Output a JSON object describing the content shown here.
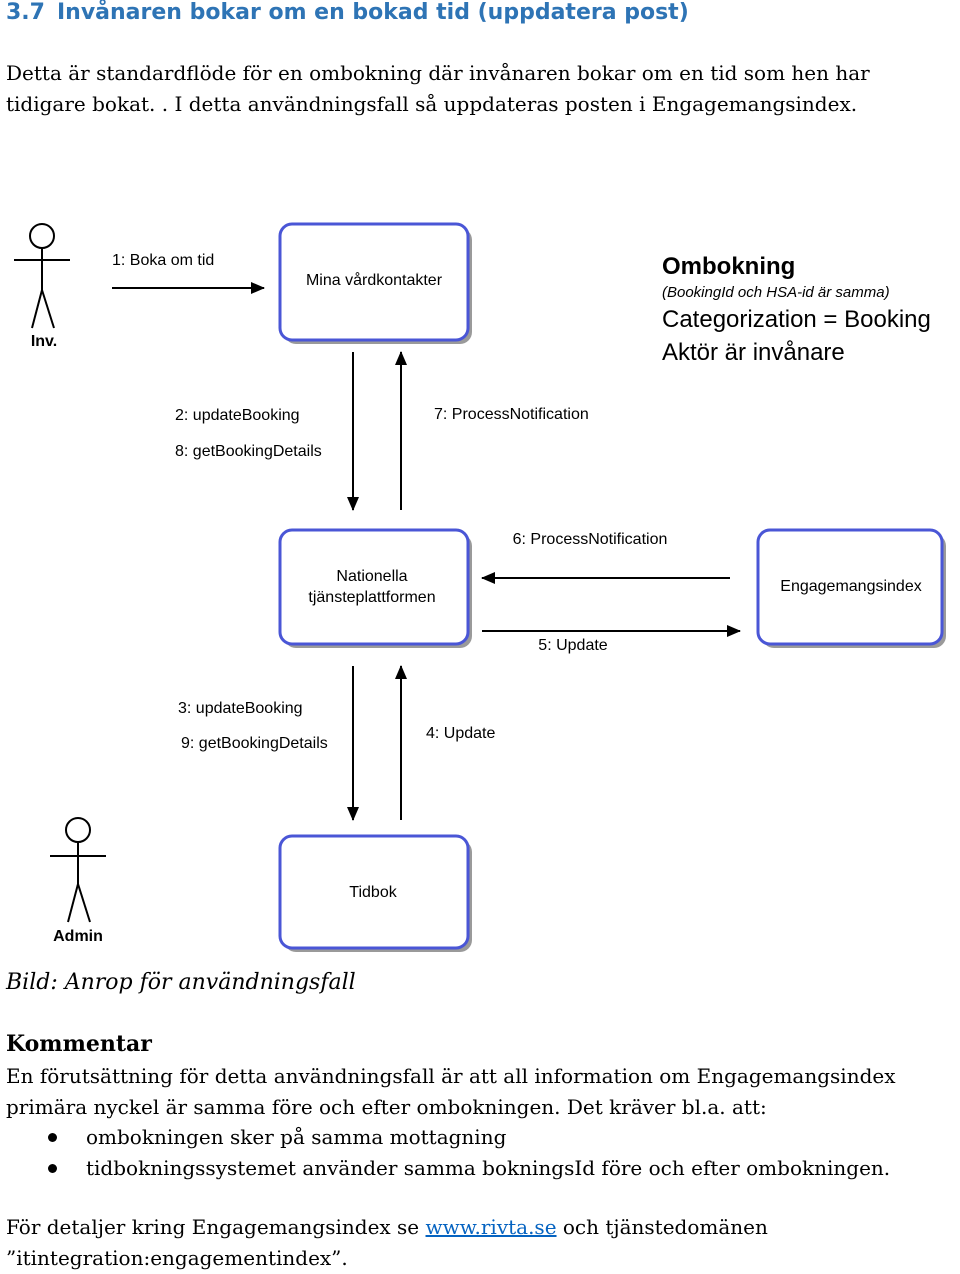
{
  "section": {
    "number": "3.7",
    "title": "Invånaren bokar om en bokad tid (uppdatera post)"
  },
  "intro": {
    "line1": "Detta är standardflöde för en ombokning där invånaren bokar om en tid som hen har",
    "line2": "tidigare bokat. . I detta användningsfall så uppdateras posten i Engagemangsindex."
  },
  "diagram": {
    "actors": {
      "citizen": "Inv.",
      "admin": "Admin"
    },
    "boxes": {
      "mina": "Mina vårdkontakter",
      "ntp_line1": "Nationella",
      "ntp_line2": "tjänsteplattformen",
      "engagemangsindex": "Engagemangsindex",
      "tidbok": "Tidbok"
    },
    "messages": {
      "m1": "1: Boka om tid",
      "m2": "2: updateBooking",
      "m8": "8: getBookingDetails",
      "m7": "7: ProcessNotification",
      "m6": "6: ProcessNotification",
      "m5": "5: Update",
      "m3": "3: updateBooking",
      "m9": "9: getBookingDetails",
      "m4": "4: Update"
    },
    "note": {
      "title": "Ombokning",
      "subtitle": "(BookingId och HSA-id är samma)",
      "line1": "Categorization = Booking",
      "line2": "Aktör är invånare"
    },
    "colors": {
      "box_border": "#4a56d6",
      "box_shadow": "#9a9a9a"
    }
  },
  "caption": "Bild: Anrop för användningsfall",
  "comment": {
    "title": "Kommentar",
    "line1": "En förutsättning för detta användningsfall är att all information om Engagemangsindex",
    "line2": "primära nyckel är samma före och efter ombokningen. Det kräver bl.a. att:",
    "bullets": [
      "ombokningen sker på samma mottagning",
      "tidbokningssystemet använder samma bokningsId före och efter ombokningen."
    ]
  },
  "footer": {
    "before_link": "För detaljer kring Engagemangsindex se ",
    "link": "www.rivta.se",
    "after_link": " och tjänstedomänen",
    "line2": "”itintegration:engagementindex”."
  }
}
